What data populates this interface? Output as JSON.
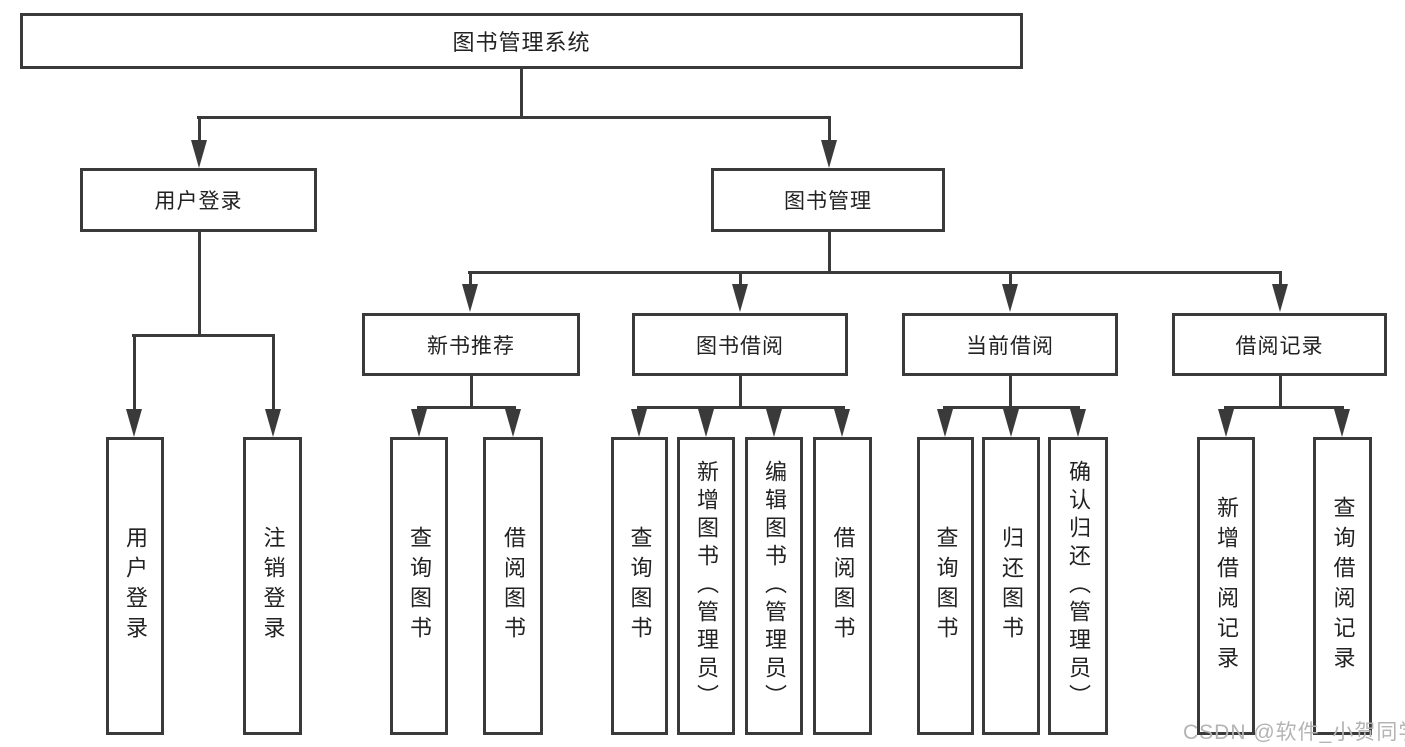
{
  "diagram": {
    "root": {
      "label": "图书管理系统"
    },
    "branches": [
      {
        "label": "用户登录",
        "children": [
          {
            "label": "用户登录"
          },
          {
            "label": "注销登录"
          }
        ]
      },
      {
        "label": "图书管理",
        "children": [
          {
            "label": "新书推荐",
            "children": [
              {
                "label": "查询图书"
              },
              {
                "label": "借阅图书"
              }
            ]
          },
          {
            "label": "图书借阅",
            "children": [
              {
                "label": "查询图书"
              },
              {
                "label": "新增图书（管理员）"
              },
              {
                "label": "编辑图书（管理员）"
              },
              {
                "label": "借阅图书"
              }
            ]
          },
          {
            "label": "当前借阅",
            "children": [
              {
                "label": "查询图书"
              },
              {
                "label": "归还图书"
              },
              {
                "label": "确认归还（管理员）"
              }
            ]
          },
          {
            "label": "借阅记录",
            "children": [
              {
                "label": "新增借阅记录"
              },
              {
                "label": "查询借阅记录"
              }
            ]
          }
        ]
      }
    ]
  },
  "watermark": {
    "text": "CSDN @软件_小贺同学"
  },
  "colors": {
    "line": "#3a3a3a",
    "text": "#222222",
    "background": "#ffffff",
    "watermark": "#b4b4b4"
  }
}
